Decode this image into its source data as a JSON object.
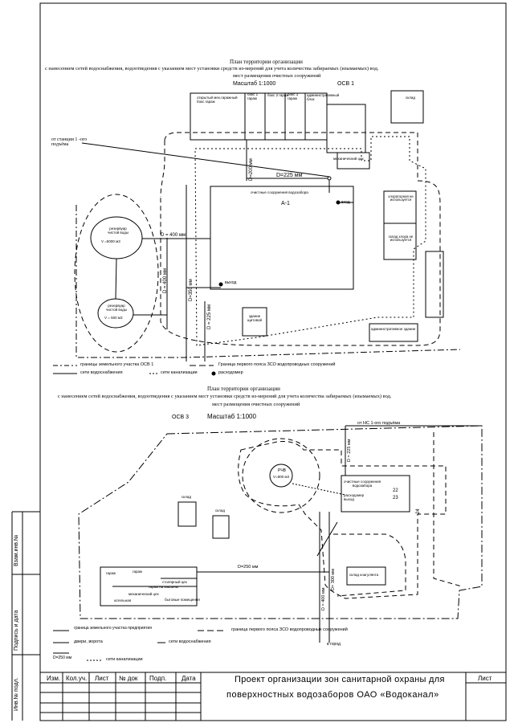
{
  "plan1": {
    "title": "План территории организации",
    "subtitle": "с нанесением сетей водоснабжения, водоотведения с указанием мест установки средств из-мерений для учета количества забираемых (изымаемых) вод.",
    "subtitle2": "мест размещения очистных сооружений",
    "scale": "Масштаб 1:1000",
    "zone_id": "ОСВ 1",
    "labels": {
      "from_station": "от станции 1 -ого подъёма",
      "building_open": "открытый мех.гаражный бокс гараж",
      "box1": "бокс 1 гараж",
      "box2": "бокс 2 гараж",
      "box3": "бокс 3 гараж",
      "admin": "административный блок",
      "warehouse": "склад",
      "mech": "механический цех",
      "treatment": "очистные сооружения водозабора",
      "a1": "А-1",
      "entry": "вход",
      "exit": "выход",
      "reservoir1_name": "резервуар чистой воды",
      "reservoir1_vol": "V =5000 м3",
      "reservoir2_name": "резервуар чистой воды",
      "reservoir2_vol": "V = 500 м3",
      "d200": "D=200 мм",
      "d225_top": "D=225 мм",
      "d400_h": "D = 400 мм",
      "d400_v": "D = 400 мм",
      "d350": "D=350 мм",
      "d225_bottom": "D = 225 мм",
      "guard": "здание щитовой",
      "admin2": "административное здание",
      "unused1": "хлораторная не используется",
      "unused2": "склад хлора не используется"
    },
    "legend": {
      "boundary": "границы земельного участка ОСВ 1",
      "water": "сети водоснабжения",
      "sewer": "сети канализации",
      "zone1": "Граница первого пояса ЗСО водопроводных сооружений",
      "meter": "расходомер"
    }
  },
  "plan2": {
    "title": "План территории организации",
    "subtitle": "с нанесением сетей водоснабжения, водоотведения с указанием мест установки средств из-мерений для учета количества забираемых (изымаемых) вод.",
    "subtitle2": "мест размещения очистных сооружений",
    "zone_id": "ОСВ 3",
    "scale": "Масштаб 1:1000",
    "labels": {
      "from_hs": "от НС 1-ого подъёма",
      "d225": "D = 225 мм",
      "rchv": "РЧВ",
      "rchv_vol": "V=800 м3",
      "treatment": "очистные сооружения водозабора",
      "meter_exit": "расходомер выход",
      "n22": "22",
      "n23": "23",
      "n24": "24",
      "warehouse1": "склад",
      "warehouse2": "склад",
      "d250_h": "D=250 мм",
      "d400_v": "D = 400 мм",
      "d300_v": "D= 300 мм",
      "reagents": "склад коагулянта",
      "garage1": "гараж",
      "garage2": "гараж",
      "workshop": "столярный цех",
      "rooms": "гараж на машины",
      "mech": "механический цех",
      "domestic": "бытовые помещения",
      "to_city": "в город",
      "boiler": "котельная"
    },
    "legend": {
      "boundary": "граница земельного участка предприятия",
      "zone1": "граница первого пояса ЗСО водопроводных сооружений",
      "gates": "двери, ворота",
      "water": "сети водоснабжения",
      "d250": "D=250 мм",
      "sewer": "сети канализации"
    }
  },
  "stamp": {
    "col_izm": "Изм.",
    "col_kol": "Кол.уч.",
    "col_list": "Лист",
    "col_ndok": "№ док",
    "col_podp": "Подп.",
    "col_data": "Дата",
    "title_line1": "Проект организации зон санитарной охраны для",
    "title_line2": "поверхностных водозаборов ОАО «Водоканал»",
    "sheet_label": "Лист"
  },
  "side": {
    "inv_podl": "Инв.№ подл.",
    "podp_data": "Подпись и дата",
    "vzam_inv": "Взам.инв.№"
  }
}
